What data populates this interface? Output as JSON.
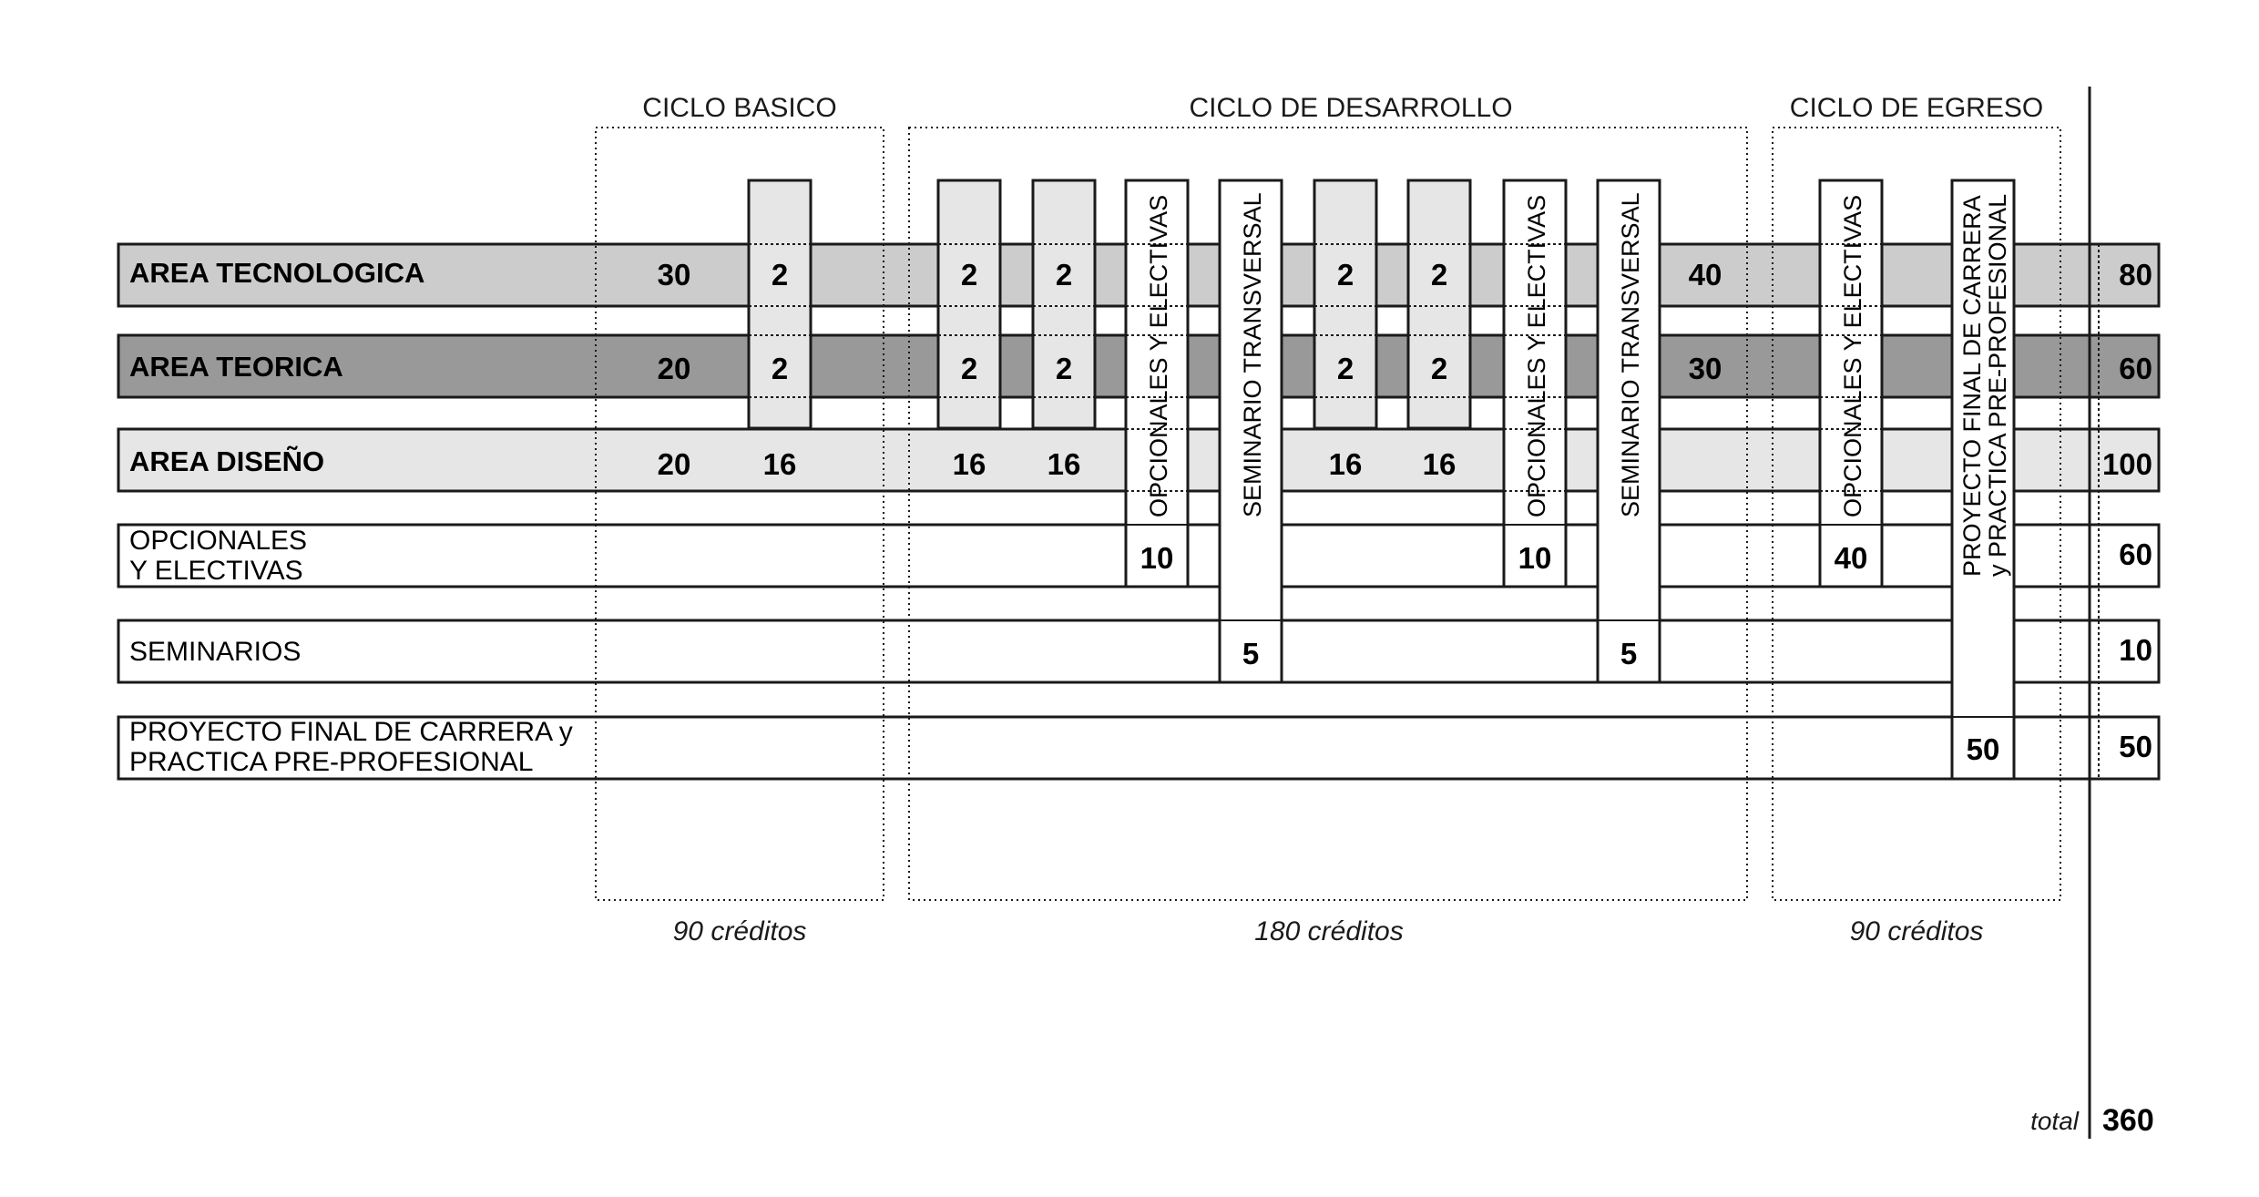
{
  "cycles": {
    "basico": {
      "title": "CICLO BASICO",
      "credits": "90 créditos"
    },
    "desarrollo": {
      "title": "CICLO DE DESARROLLO",
      "credits": "180 créditos"
    },
    "egreso": {
      "title": "CICLO DE EGRESO",
      "credits": "90 créditos"
    }
  },
  "rows": {
    "tecnologica": {
      "label": "AREA TECNOLOGICA",
      "base": "30",
      "dev": "40",
      "total": "80"
    },
    "teorica": {
      "label": "AREA TEORICA",
      "base": "20",
      "dev": "30",
      "total": "60"
    },
    "diseno": {
      "label": "AREA DISEÑO",
      "base": "20",
      "total": "100"
    },
    "opcionales": {
      "label_line1": "OPCIONALES",
      "label_line2": "Y ELECTIVAS",
      "total": "60"
    },
    "seminarios": {
      "label": "SEMINARIOS",
      "total": "10"
    },
    "proyecto": {
      "label_line1": "PROYECTO FINAL DE CARRERA y",
      "label_line2": "PRACTICA PRE-PROFESIONAL",
      "total": "50"
    }
  },
  "workshop_values": {
    "tecnologica": "2",
    "teorica": "2",
    "diseno": "16"
  },
  "vertical": {
    "opcionales_label": "OPCIONALES Y ELECTIVAS",
    "seminario_label": "SEMINARIO TRANSVERSAL",
    "proyecto_line1": "PROYECTO FINAL DE CARRERA",
    "proyecto_line2": "y PRACTICA PRE-PROFESIONAL",
    "opc_values": [
      "10",
      "10",
      "40"
    ],
    "sem_values": [
      "5",
      "5"
    ],
    "proyecto_value": "50"
  },
  "total": {
    "label": "total",
    "value": "360"
  },
  "colors": {
    "tecnologica": "#cccccc",
    "teorica": "#999999",
    "diseno": "#e6e6e6",
    "workshop": "#e6e6e6",
    "line": "#1a1a1a"
  }
}
